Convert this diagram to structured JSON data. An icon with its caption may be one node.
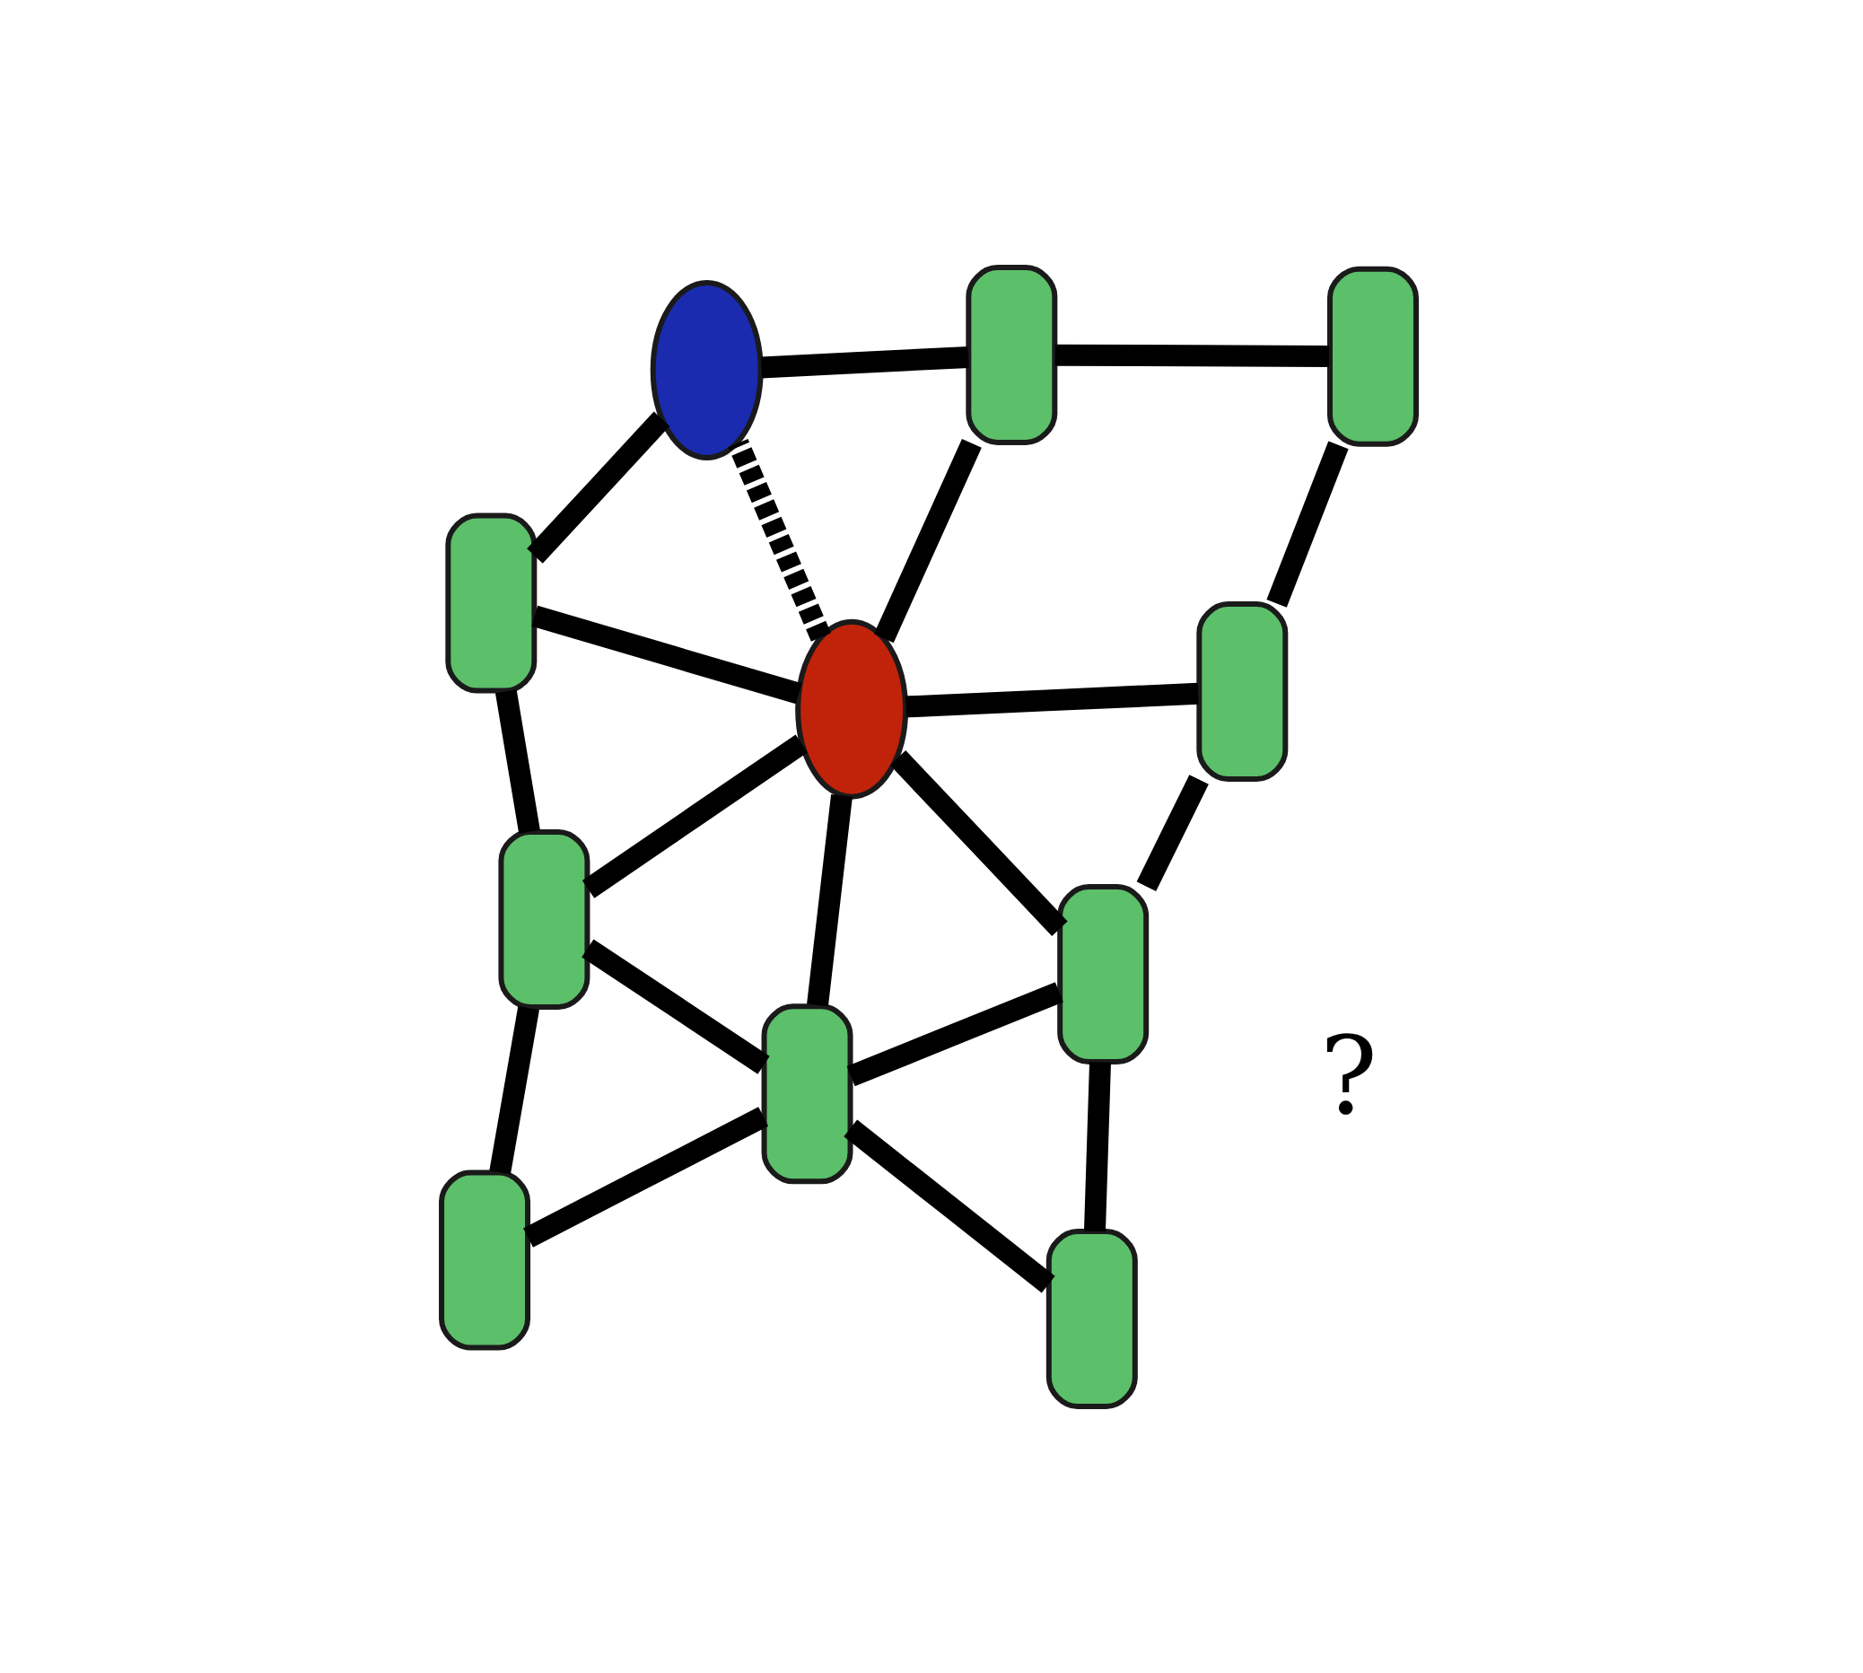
{
  "diagram": {
    "nodes": [
      {
        "text": [],
        "shape": "dna"
      },
      {
        "text": [],
        "shape": "dna"
      },
      {
        "text": [],
        "shape": "dna"
      },
      {
        "text": [],
        "shape": "capsule"
      },
      {
        "text": [],
        "shape": "capsule"
      },
      {
        "text": [],
        "shape": "dna"
      },
      {
        "text": [],
        "shape": "dna"
      },
      {
        "text": [],
        "shape": "dna"
      },
      {
        "text": [],
        "shape": "dna"
      },
      {
        "text": [],
        "shape": "dna"
      },
      {
        "text": [],
        "shape": "dna"
      }
    ],
    "edges": [
      {
        "from": 0,
        "to": 2,
        "arrow": "none"
      },
      {
        "from": 0,
        "to": 4,
        "arrow": "none"
      },
      {
        "from": 0,
        "to": 3,
        "arrow": "none"
      },
      {
        "from": 1,
        "to": 2,
        "arrow": "none"
      },
      {
        "from": 1,
        "to": 6,
        "arrow": "none"
      },
      {
        "from": 2,
        "to": 6,
        "arrow": "none"
      },
      {
        "from": 2,
        "to": 4,
        "arrow": "none"
      },
      {
        "from": 4,
        "to": 3,
        "arrow": "none",
        "style": "dashed"
      },
      {
        "from": 3,
        "to": 5,
        "arrow": "none"
      },
      {
        "from": 4,
        "to": 5,
        "arrow": "none"
      },
      {
        "from": 4,
        "to": 6,
        "arrow": "none"
      },
      {
        "from": 4,
        "to": 8,
        "arrow": "none"
      },
      {
        "from": 4,
        "to": 9,
        "arrow": "none"
      },
      {
        "from": 6,
        "to": 8,
        "arrow": "none"
      },
      {
        "from": 6,
        "to": 10,
        "arrow": "none"
      },
      {
        "from": 5,
        "to": 7,
        "arrow": "none"
      },
      {
        "from": 8,
        "to": 10,
        "arrow": "none"
      },
      {
        "from": 8,
        "to": 9,
        "arrow": "none"
      },
      {
        "from": 9,
        "to": 7,
        "arrow": "none"
      }
    ],
    "labels": [
      "?"
    ]
  }
}
